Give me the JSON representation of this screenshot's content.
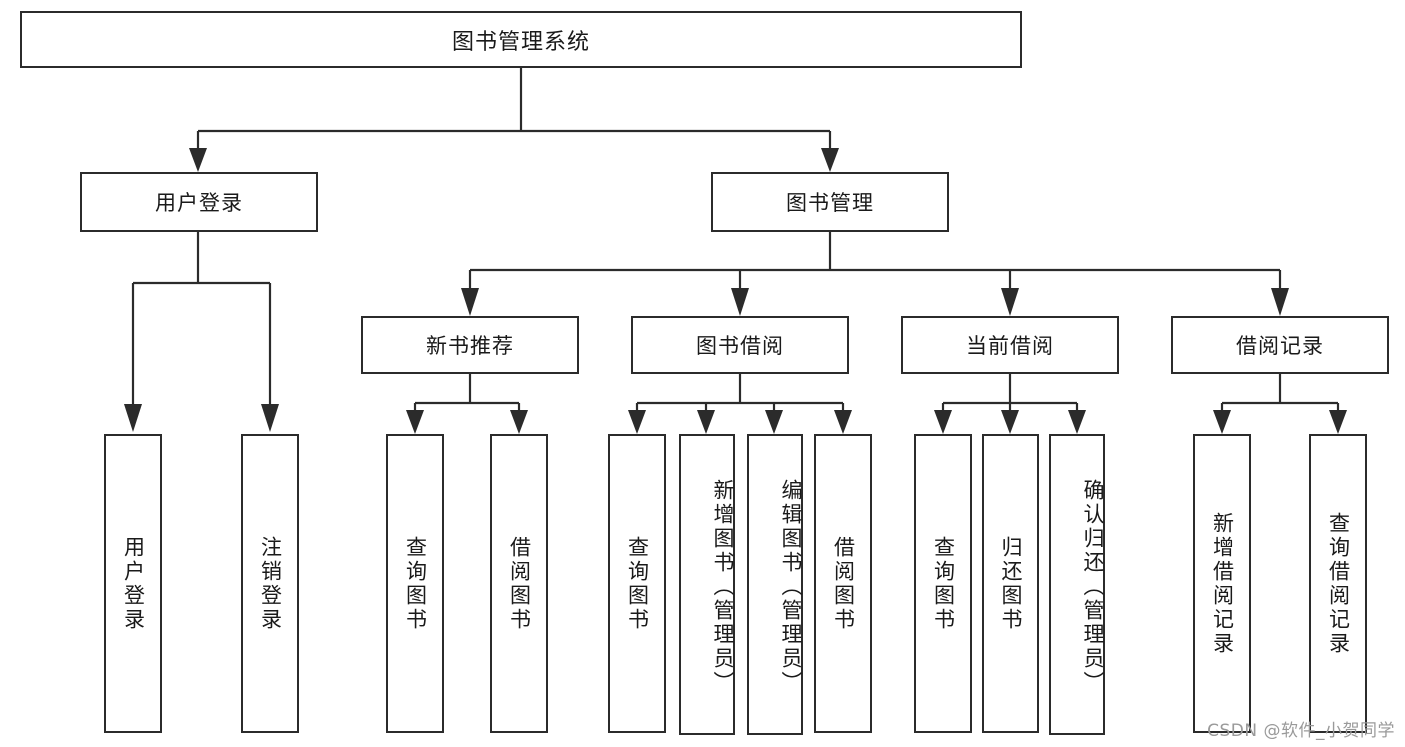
{
  "diagram": {
    "title": "图书管理系统",
    "type": "hierarchy-tree",
    "colors": {
      "stroke": "#2b2b2b",
      "box_fill": "#ffffff",
      "background": "#ffffff",
      "watermark": "#9a9a9a"
    },
    "root": {
      "label": "图书管理系统"
    },
    "level2": [
      {
        "label": "用户登录"
      },
      {
        "label": "图书管理"
      }
    ],
    "level3": [
      {
        "label": "新书推荐"
      },
      {
        "label": "图书借阅"
      },
      {
        "label": "当前借阅"
      },
      {
        "label": "借阅记录"
      }
    ],
    "leaves": {
      "user_login": [
        {
          "label": "用户登录"
        },
        {
          "label": "注销登录"
        }
      ],
      "new_book_recommend": [
        {
          "label": "查询图书"
        },
        {
          "label": "借阅图书"
        }
      ],
      "book_borrow": [
        {
          "label": "查询图书"
        },
        {
          "label": "新增图书（管理员）"
        },
        {
          "label": "编辑图书（管理员）"
        },
        {
          "label": "借阅图书"
        }
      ],
      "current_borrow": [
        {
          "label": "查询图书"
        },
        {
          "label": "归还图书"
        },
        {
          "label": "确认归还（管理员）"
        }
      ],
      "borrow_record": [
        {
          "label": "新增借阅记录"
        },
        {
          "label": "查询借阅记录"
        }
      ]
    }
  },
  "watermark": {
    "text": "CSDN @软件_小贺同学"
  }
}
